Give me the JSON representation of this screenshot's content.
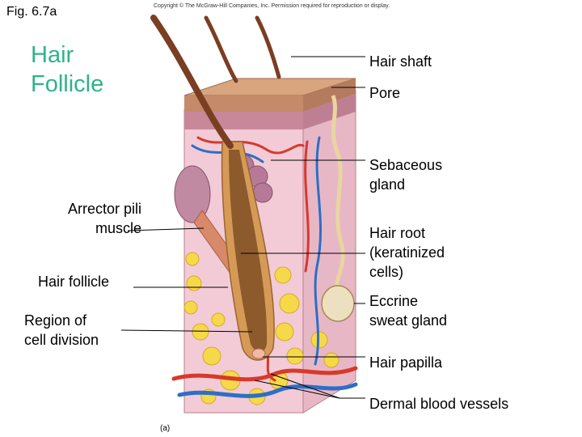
{
  "figure": {
    "number": "Fig. 6.7a",
    "copyright": "Copyright © The McGraw-Hill Companies, Inc. Permission required for reproduction or display.",
    "title_line1": "Hair",
    "title_line2": "Follicle",
    "sublabel": "(a)"
  },
  "labels_right": {
    "hair_shaft": "Hair shaft",
    "pore": "Pore",
    "sebaceous_1": "Sebaceous",
    "sebaceous_2": "gland",
    "root_1": "Hair root",
    "root_2": "(keratinized",
    "root_3": "cells)",
    "eccrine_1": "Eccrine",
    "eccrine_2": "sweat gland",
    "papilla": "Hair papilla",
    "vessels": "Dermal blood vessels"
  },
  "labels_left": {
    "arrector_1": "Arrector pili",
    "arrector_2": "muscle",
    "follicle": "Hair follicle",
    "region_1": "Region of",
    "region_2": "cell division"
  },
  "colors": {
    "title": "#2fb38a",
    "epidermis": "#c9889a",
    "dermis": "#f2cbd6",
    "fat": "#f5d94a",
    "hair": "#7a3e22",
    "artery": "#d8392b",
    "vein": "#2d6fc4"
  }
}
